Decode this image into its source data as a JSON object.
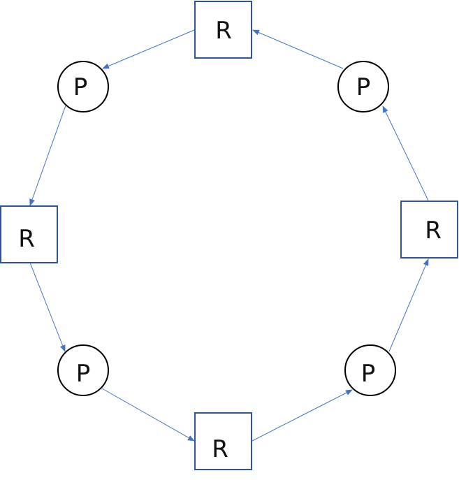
{
  "diagram": {
    "colors": {
      "edge": "#4472C4",
      "resource_border": "#2F5597",
      "process_border": "#000000",
      "fill": "#FFFFFF"
    },
    "resources": [
      {
        "id": "r-top",
        "label": "R"
      },
      {
        "id": "r-right",
        "label": "R"
      },
      {
        "id": "r-bottom",
        "label": "R"
      },
      {
        "id": "r-left",
        "label": "R"
      }
    ],
    "processes": [
      {
        "id": "p-top-left",
        "label": "P"
      },
      {
        "id": "p-top-right",
        "label": "P"
      },
      {
        "id": "p-bottom-right",
        "label": "P"
      },
      {
        "id": "p-bottom-left",
        "label": "P"
      }
    ],
    "edges": [
      {
        "from": "r-top",
        "to": "p-top-left"
      },
      {
        "from": "p-top-left",
        "to": "r-left"
      },
      {
        "from": "r-left",
        "to": "p-bottom-left"
      },
      {
        "from": "p-bottom-left",
        "to": "r-bottom"
      },
      {
        "from": "r-bottom",
        "to": "p-bottom-right"
      },
      {
        "from": "p-bottom-right",
        "to": "r-right"
      },
      {
        "from": "r-right",
        "to": "p-top-right"
      },
      {
        "from": "p-top-right",
        "to": "r-top"
      }
    ]
  }
}
